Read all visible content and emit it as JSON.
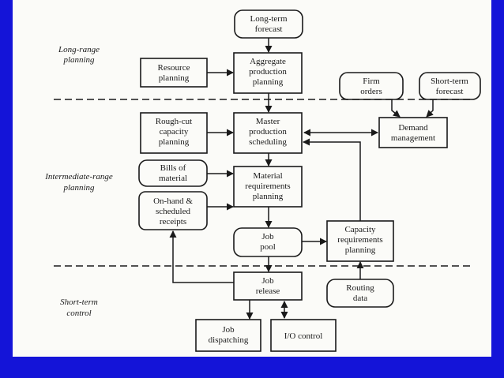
{
  "colors": {
    "frame": "#1414d8",
    "paper": "#fbfbf8",
    "ink": "#1a1a1a"
  },
  "sections": {
    "long_range": [
      "Long-range",
      "planning"
    ],
    "intermediate_range": [
      "Intermediate-range",
      "planning"
    ],
    "short_term": [
      "Short-term",
      "control"
    ]
  },
  "boxes": {
    "long_term_forecast": [
      "Long-term",
      "forecast"
    ],
    "aggregate_production_planning": [
      "Aggregate",
      "production",
      "planning"
    ],
    "resource_planning": [
      "Resource",
      "planning"
    ],
    "firm_orders": [
      "Firm",
      "orders"
    ],
    "short_term_forecast": [
      "Short-term",
      "forecast"
    ],
    "rough_cut_capacity_planning": [
      "Rough-cut",
      "capacity",
      "planning"
    ],
    "master_production_scheduling": [
      "Master",
      "production",
      "scheduling"
    ],
    "demand_management": [
      "Demand",
      "management"
    ],
    "bills_of_material": [
      "Bills of",
      "material"
    ],
    "material_requirements_planning": [
      "Material",
      "requirements",
      "planning"
    ],
    "on_hand_scheduled_receipts": [
      "On-hand &",
      "scheduled",
      "receipts"
    ],
    "job_pool": [
      "Job",
      "pool"
    ],
    "capacity_requirements_planning": [
      "Capacity",
      "requirements",
      "planning"
    ],
    "job_release": [
      "Job",
      "release"
    ],
    "routing_data": [
      "Routing",
      "data"
    ],
    "job_dispatching": [
      "Job",
      "dispatching"
    ],
    "io_control": [
      "I/O control"
    ]
  }
}
